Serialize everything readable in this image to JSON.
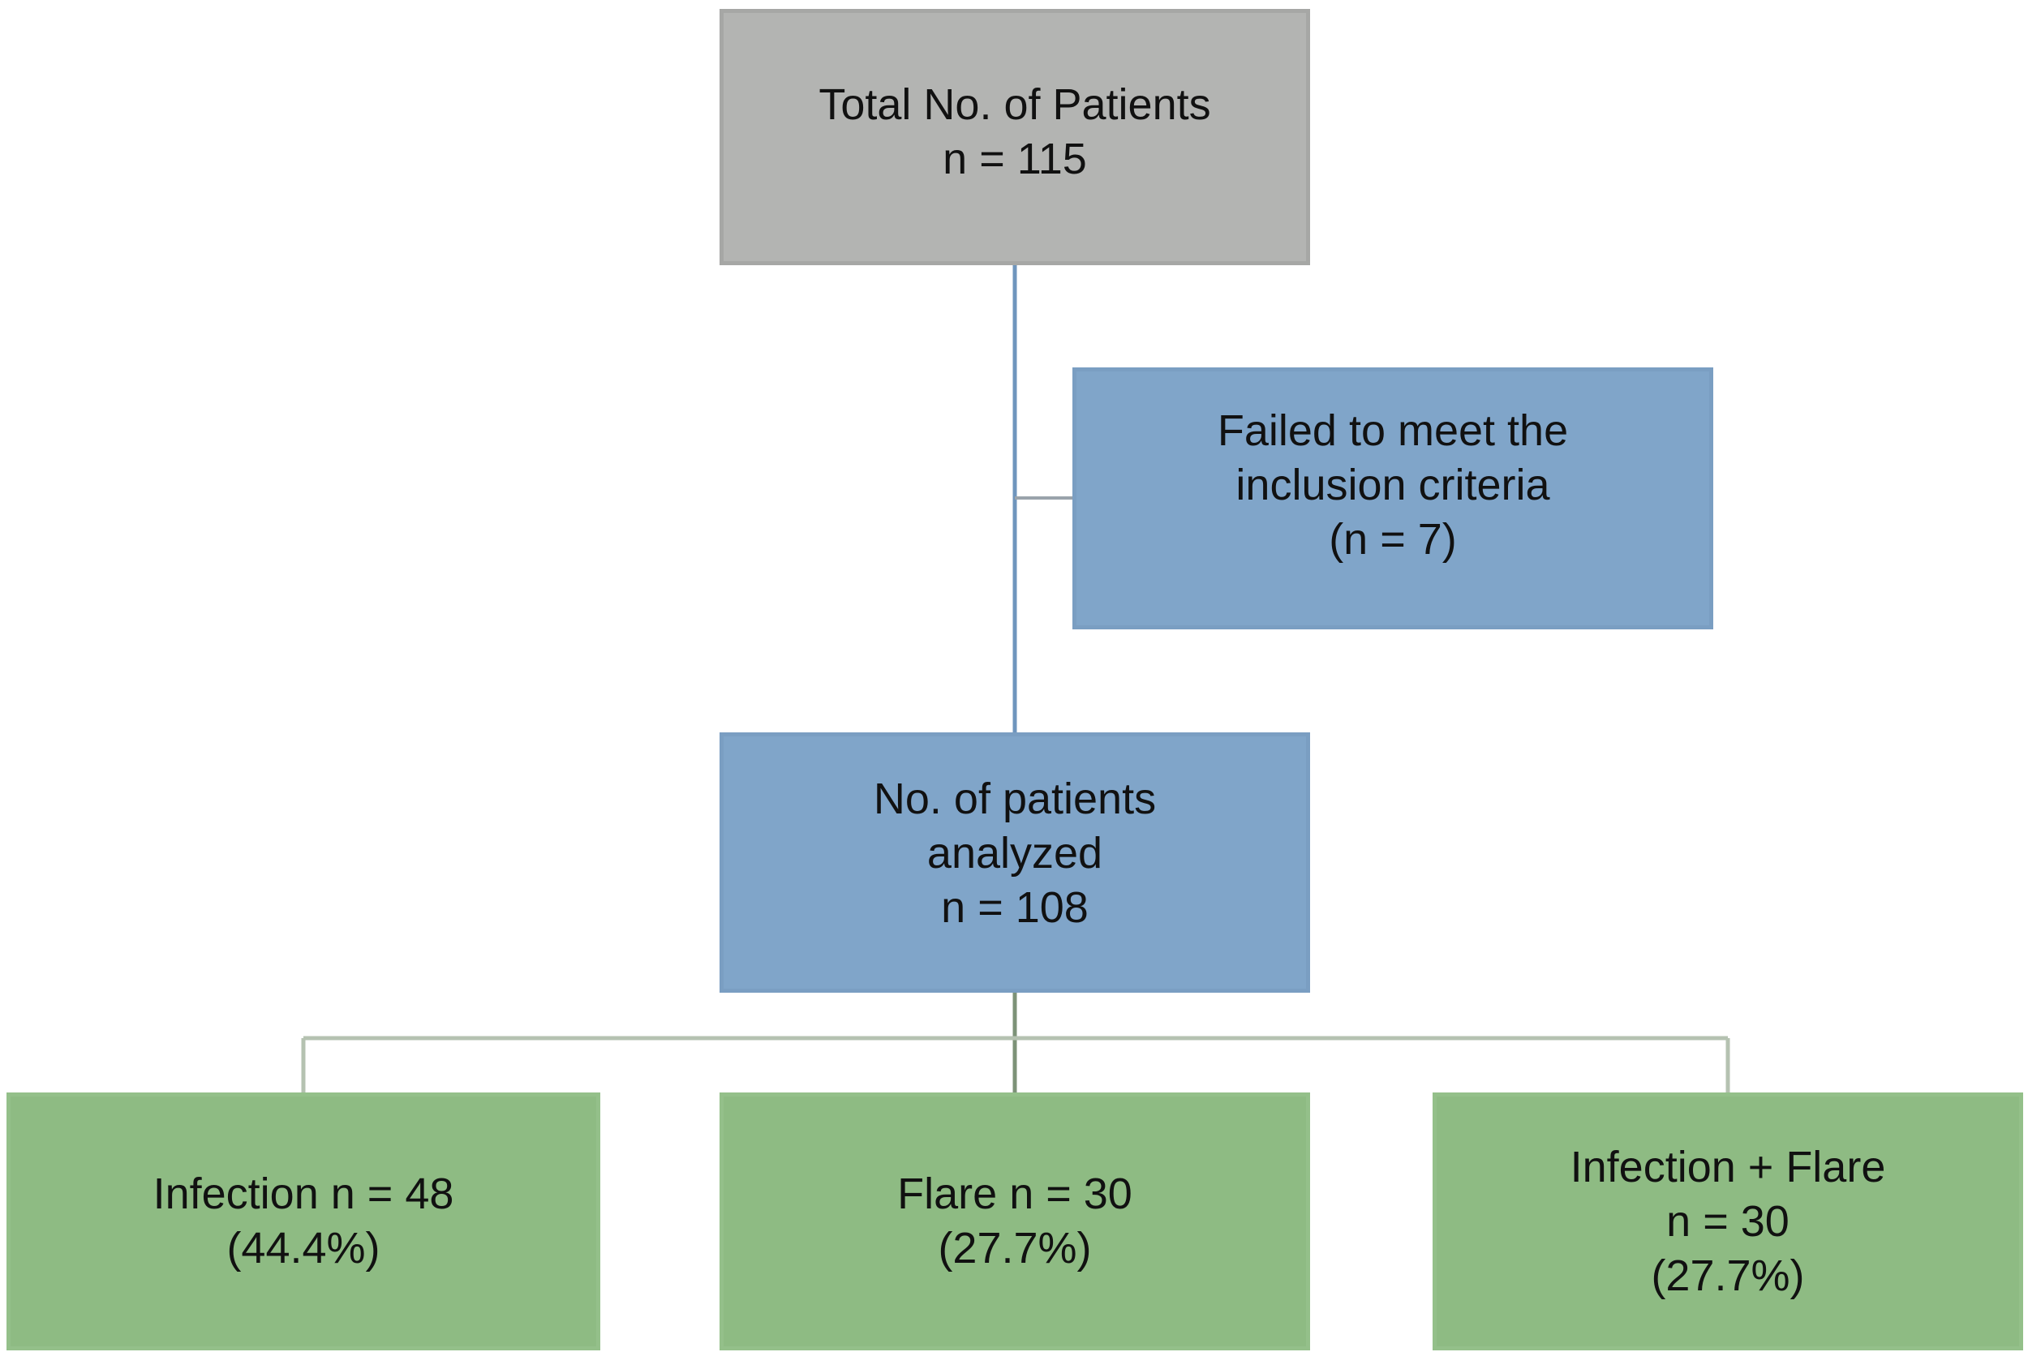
{
  "flowchart": {
    "total": {
      "lines": [
        "Total No. of Patients",
        "n = 115"
      ]
    },
    "excluded": {
      "lines": [
        "Failed to meet the",
        "inclusion criteria",
        "(n = 7)"
      ]
    },
    "analyzed": {
      "lines": [
        "No. of patients",
        "analyzed",
        "n = 108"
      ]
    },
    "outcomes": [
      {
        "lines": [
          "Infection n = 48",
          "(44.4%)"
        ]
      },
      {
        "lines": [
          "Flare n = 30",
          "(27.7%)"
        ]
      },
      {
        "lines": [
          "Infection + Flare",
          "n = 30",
          "(27.7%)"
        ]
      }
    ]
  },
  "colors": {
    "total_box": "#b3b4b2",
    "excluded_box": "#80a5c9",
    "analyzed_box": "#80a5c9",
    "outcome_box": "#8ebb83",
    "connector_upper": "#6f95bd",
    "connector_lower": "#8aa088"
  }
}
